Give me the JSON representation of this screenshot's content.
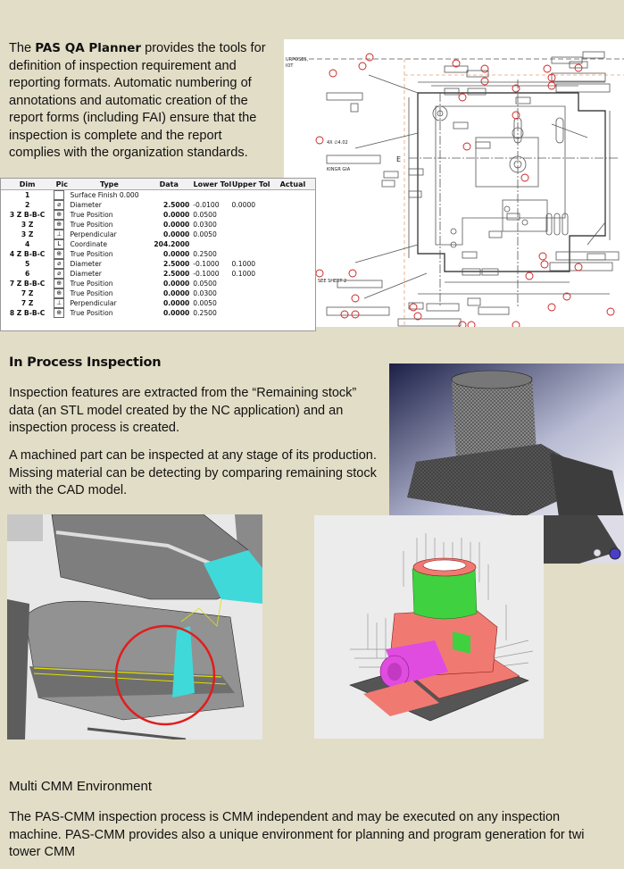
{
  "intro": {
    "prefix": "The ",
    "product": "PAS QA Planner",
    "rest": " provides the tools for definition of inspection requirement and reporting formats. Automatic numbering of annotations and automatic creation of the report forms (including FAI) ensure that the inspection is complete and the report complies with the organization standards."
  },
  "drawing": {
    "labels": [
      "URPOSES,",
      "IOT",
      "SEE SHEET 2",
      "4X ∅4.02",
      "KINGR GIA",
      "E"
    ]
  },
  "table": {
    "headers": [
      "Dim",
      "Pic",
      "Type",
      "Data",
      "Lower Tol",
      "Upper Tol",
      "Actual"
    ],
    "rows": [
      {
        "dim": "1",
        "pic": "",
        "type": "Surface Finish 0.000",
        "data": "",
        "lt": "",
        "ut": ""
      },
      {
        "dim": "2",
        "pic": "⌀",
        "type": "Diameter",
        "data": "2.5000",
        "lt": "-0.0100",
        "ut": "0.0000"
      },
      {
        "dim": "3 Z B-B-C",
        "pic": "⊕",
        "type": "True Position",
        "data": "0.0000",
        "lt": "0.0500",
        "ut": ""
      },
      {
        "dim": "3 Z",
        "pic": "⊕",
        "type": "True Position",
        "data": "0.0000",
        "lt": "0.0300",
        "ut": ""
      },
      {
        "dim": "3 Z",
        "pic": "⊥",
        "type": "Perpendicular",
        "data": "0.0000",
        "lt": "0.0050",
        "ut": ""
      },
      {
        "dim": "4",
        "pic": "L",
        "type": "Coordinate",
        "data": "204.2000",
        "lt": "",
        "ut": ""
      },
      {
        "dim": "4 Z B-B-C",
        "pic": "⊕",
        "type": "True Position",
        "data": "0.0000",
        "lt": "0.2500",
        "ut": ""
      },
      {
        "dim": "5",
        "pic": "⌀",
        "type": "Diameter",
        "data": "2.5000",
        "lt": "-0.1000",
        "ut": "0.1000"
      },
      {
        "dim": "6",
        "pic": "⌀",
        "type": "Diameter",
        "data": "2.5000",
        "lt": "-0.1000",
        "ut": "0.1000"
      },
      {
        "dim": "7 Z B-B-C",
        "pic": "⊕",
        "type": "True Position",
        "data": "0.0000",
        "lt": "0.0500",
        "ut": ""
      },
      {
        "dim": "7 Z",
        "pic": "⊕",
        "type": "True Position",
        "data": "0.0000",
        "lt": "0.0300",
        "ut": ""
      },
      {
        "dim": "7 Z",
        "pic": "⊥",
        "type": "Perpendicular",
        "data": "0.0000",
        "lt": "0.0050",
        "ut": ""
      },
      {
        "dim": "8 Z B-B-C",
        "pic": "⊕",
        "type": "True Position",
        "data": "0.0000",
        "lt": "0.2500",
        "ut": ""
      }
    ]
  },
  "section1": {
    "title": "In Process Inspection",
    "p1": "Inspection features are extracted from the “Remaining stock” data (an STL model created by the NC application) and an inspection process is created.",
    "p2": "A machined part can be inspected at any stage of its production. Missing material can be detecting by comparing remaining stock with the CAD model."
  },
  "section2": {
    "title": "Multi CMM Environment",
    "line1": "The PAS-CMM inspection process is CMM independent and may be executed on any inspection",
    "line2": "machine. PAS-CMM provides also a unique environment for planning and program generation for twi",
    "line3": "tower CMM"
  },
  "colors": {
    "background": "#e2ddc6",
    "annotation_red": "#cc1f1f",
    "stock_cyan": "#33d6d6",
    "cmm_green": "#3fd13f",
    "cmm_magenta": "#e04be0",
    "cmm_salmon": "#f07a72"
  }
}
